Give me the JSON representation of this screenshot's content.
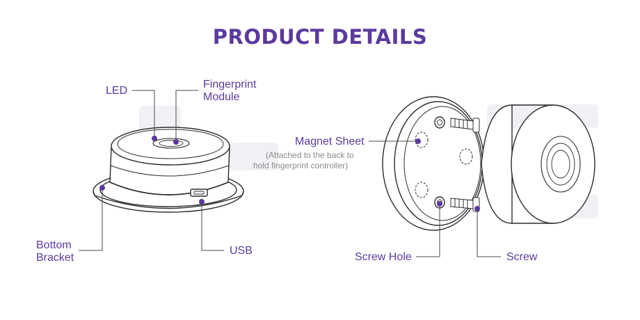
{
  "title": "PRODUCT DETAILS",
  "colors": {
    "accent": "#5b3a9e",
    "line_art": "#2b2b2b",
    "leader": "#4a4a4a",
    "note": "#8a8a8a"
  },
  "labels": {
    "led": "LED",
    "fingerprint_module_1": "Fingerprint",
    "fingerprint_module_2": "Module",
    "bottom_bracket_1": "Bottom",
    "bottom_bracket_2": "Bracket",
    "usb": "USB",
    "magnet_sheet": "Magnet Sheet",
    "magnet_note_1": "(Attached to the back to",
    "magnet_note_2": "hold fingerprint controller)",
    "screw_hole": "Screw Hole",
    "screw": "Screw"
  }
}
